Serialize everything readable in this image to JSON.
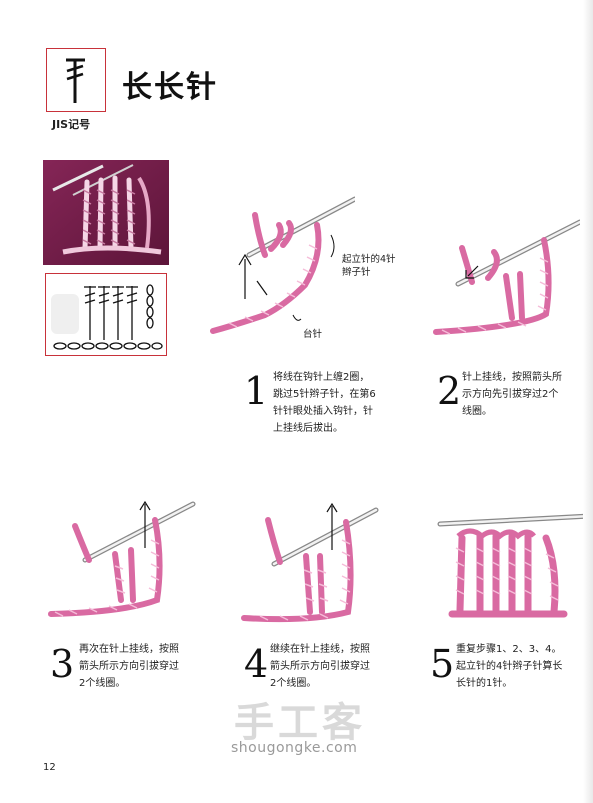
{
  "header": {
    "title": "长长针",
    "jis_label": "JIS记号"
  },
  "steps": [
    {
      "number": "1",
      "text": "将线在钩针上缠2圈，\n跳过5针辫子针，在第6\n针针眼处插入钩针，针\n上挂线后拔出。"
    },
    {
      "number": "2",
      "text": "针上挂线，按照箭头所\n示方向先引拔穿过2个\n线圈。"
    },
    {
      "number": "3",
      "text": "再次在针上挂线，按照\n箭头所示方向引拔穿过\n2个线圈。"
    },
    {
      "number": "4",
      "text": "继续在针上挂线，按照\n箭头所示方向引拔穿过\n2个线圈。"
    },
    {
      "number": "5",
      "text": "重复步骤1、2、3、4。\n起立针的4针辫子针算长\n长针的1针。"
    }
  ],
  "annotations": {
    "chain_note": "起立针的4针\n辫子针",
    "base_note": "台针"
  },
  "page_number": "12",
  "watermark": {
    "text": "手工客",
    "url": "shougongke.com"
  },
  "colors": {
    "yarn": "#e87fb0",
    "yarn_dark": "#c4457f",
    "yarn_light": "#f6c2dc",
    "photo_bg": "#7a1e4c",
    "frame": "#c8323a"
  }
}
